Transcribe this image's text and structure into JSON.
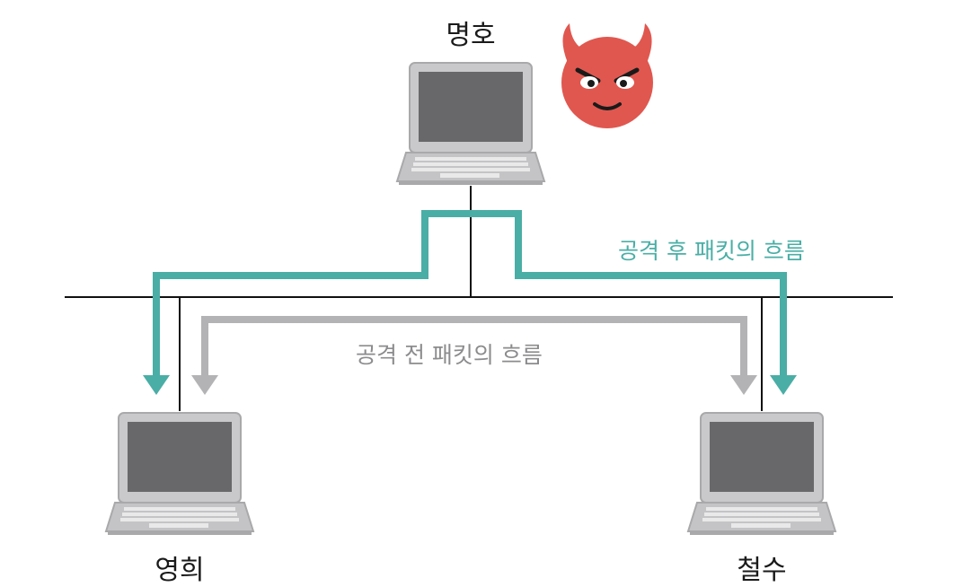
{
  "nodes": {
    "attacker": {
      "label": "명호"
    },
    "left": {
      "label": "영희"
    },
    "right": {
      "label": "철수"
    }
  },
  "flows": {
    "after": {
      "label": "공격 후 패킷의 흐름",
      "color": "#4aaea6"
    },
    "before": {
      "label": "공격 전 패킷의 흐름",
      "color": "#b3b3b5"
    }
  },
  "icons": {
    "attacker": "devil-face-icon",
    "laptop": "laptop-icon"
  },
  "colors": {
    "devil": "#e0574f",
    "network": "#111111",
    "laptop_body": "#c4c4c6",
    "laptop_screen": "#6b6b6d"
  }
}
